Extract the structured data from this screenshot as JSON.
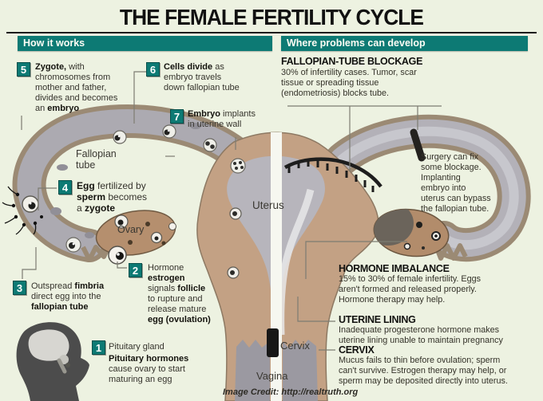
{
  "title": "THE FEMALE FERTILITY CYCLE",
  "credit": "Image Credit: http://realtruth.org",
  "colors": {
    "teal": "#0d7a74",
    "background": "#edf2e1",
    "flesh": "#c3a184",
    "tube_gray": "#acaab1",
    "lining_dark": "#1d1d1d"
  },
  "left_panel": {
    "header": "How it works",
    "badges": {
      "b1": "1",
      "b2": "2",
      "b3": "3",
      "b4": "4",
      "b5": "5",
      "b6": "6",
      "b7": "7"
    },
    "steps": {
      "s1_label": [
        {
          "t": "Pituitary gland"
        }
      ],
      "s1_body": [
        {
          "t": "Pituitary hormones",
          "b": true
        },
        {
          "t": "\ncause ovary to start\nmaturing an egg"
        }
      ],
      "s2": [
        {
          "t": "Hormone\n"
        },
        {
          "t": "estrogen",
          "b": true
        },
        {
          "t": "\nsignals "
        },
        {
          "t": "follicle",
          "b": true
        },
        {
          "t": "\nto rupture and\nrelease mature\n"
        },
        {
          "t": "egg (ovulation)",
          "b": true
        }
      ],
      "s3": [
        {
          "t": "Outspread "
        },
        {
          "t": "fimbria",
          "b": true
        },
        {
          "t": "\ndirect egg into the\n"
        },
        {
          "t": "fallopian tube",
          "b": true
        }
      ],
      "s4": [
        {
          "t": "Egg",
          "b": true
        },
        {
          "t": " fertilized by\n"
        },
        {
          "t": "sperm",
          "b": true
        },
        {
          "t": " becomes\na "
        },
        {
          "t": "zygote",
          "b": true
        }
      ],
      "s5": [
        {
          "t": "Zygote,",
          "b": true
        },
        {
          "t": " with\nchromosomes from\nmother and father,\ndivides and becomes\nan "
        },
        {
          "t": "embryo",
          "b": true
        }
      ],
      "s6": [
        {
          "t": "Cells divide",
          "b": true
        },
        {
          "t": " as\nembryo travels\ndown fallopian tube"
        }
      ],
      "s7": [
        {
          "t": "Embryo",
          "b": true
        },
        {
          "t": " implants\nin uterine wall"
        }
      ]
    }
  },
  "right_panel": {
    "header": "Where problems can develop",
    "items": [
      {
        "heading": "FALLOPIAN-TUBE BLOCKAGE",
        "body": "30% of infertility cases. Tumor, scar\ntissue or spreading tissue\n(endometriosis) blocks tube."
      },
      {
        "heading": "HORMONE IMBALANCE",
        "body": "15% to 30% of female infertility. Eggs\naren't formed and released properly.\nHormone therapy may help."
      },
      {
        "heading": "UTERINE LINING",
        "body": "Inadequate progesterone hormone makes\nuterine lining unable to maintain pregnancy"
      },
      {
        "heading": "CERVIX",
        "body": "Mucus fails to thin before ovulation; sperm\ncan't survive. Estrogen therapy may help, or\nsperm may be deposited directly into uterus."
      }
    ],
    "surgery_note": "Surgery can fix\nsome blockage.\nImplanting\nembryo into\nuterus can bypass\nthe fallopian tube."
  },
  "diagram_labels": {
    "fallopian_tube": "Fallopian\ntube",
    "ovary": "Ovary",
    "uterus": "Uterus",
    "cervix": "Cervix",
    "vagina": "Vagina"
  }
}
